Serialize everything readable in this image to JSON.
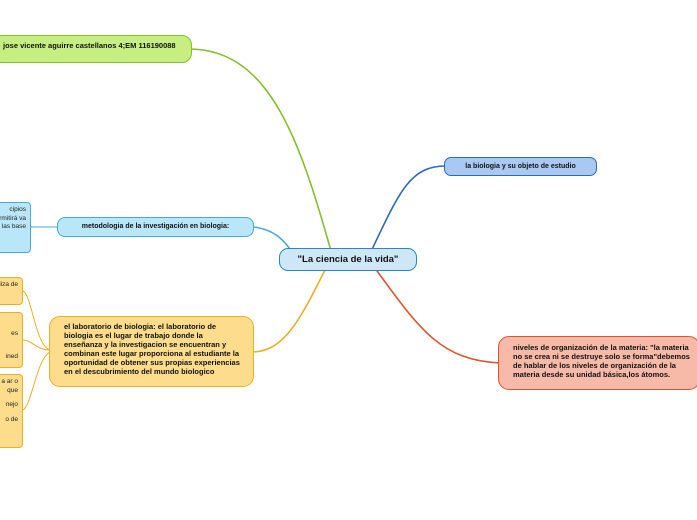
{
  "central": {
    "label": "\"La ciencia de la vida\""
  },
  "colors": {
    "author": "#85bf2c",
    "biologia": "#2d6ab5",
    "metodologia": "#4aa9d6",
    "laboratorio": "#e8b02a",
    "niveles": "#e0542c"
  },
  "topics": {
    "author": "jose vicente aguirre castellanos 4;EM 116190088",
    "biologia": "la biologia y su objeto de estudio",
    "metodologia": "metodologia de la investigación en biologia:",
    "laboratorio": "el laboratorio de biologia: el laboratorio de biologia es el lugar de trabajo donde la enseñanza y la investigacion se encuentran y combinan este lugar proporciona al estudiante la oportunidad de obtener sus propias experiencias en el descubrimiento del mundo biologico",
    "niveles": "niveles de organización de la materia: \"la materia no se crea ni se destruye solo se forma\"debemos de hablar de los niveles de organización de la materia desde su unidad básica,los átomos."
  },
  "subtopics": {
    "metodologia_detail": "cipios rmitirá va las base",
    "lab_1": "reliza de",
    "lab_2_a": "es",
    "lab_2_b": "ined",
    "lab_3_a": "a a ar o que",
    "lab_3_b": "nejo",
    "lab_3_c": "o de"
  }
}
